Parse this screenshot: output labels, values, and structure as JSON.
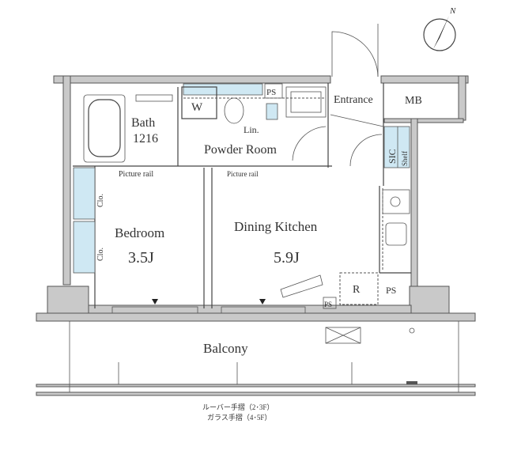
{
  "rooms": {
    "bath": "Bath",
    "bath_size": "1216",
    "washer": "W",
    "ps_top": "PS",
    "linen": "Lin.",
    "powder_room": "Powder Room",
    "entrance": "Entrance",
    "mb": "MB",
    "sic": "SIC",
    "shelf": "Shelf",
    "picture_rail_left": "Picture rail",
    "picture_rail_right": "Picture rail",
    "closet_1": "Clo.",
    "closet_2": "Clo.",
    "bedroom": "Bedroom",
    "bedroom_size": "3.5J",
    "dining_kitchen": "Dining Kitchen",
    "dining_kitchen_size": "5.9J",
    "refrigerator": "R",
    "ps_small": "PS",
    "ps_right": "PS",
    "balcony": "Balcony"
  },
  "compass": {
    "label": "N"
  },
  "notes": [
    "ルーバー手摺（2･3F）",
    "ガラス手摺（4･5F）"
  ]
}
